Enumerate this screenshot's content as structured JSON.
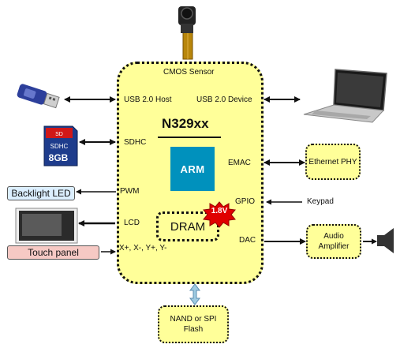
{
  "soc": {
    "name": "N329xx",
    "arm_label": "ARM",
    "dram_label": "DRAM",
    "voltage_badge": "1.8V",
    "cmos_sensor": "CMOS Sensor",
    "interfaces": {
      "usb_host": "USB 2.0 Host",
      "usb_device": "USB 2.0 Device",
      "sdhc": "SDHC",
      "emac": "EMAC",
      "pwm": "PWM",
      "gpio": "GPIO",
      "lcd": "LCD",
      "dac": "DAC",
      "touch": "X+, X-, Y+, Y-"
    }
  },
  "peripherals": {
    "ethernet_phy": "Ethernet PHY",
    "keypad": "Keypad",
    "audio_amplifier": "Audio Amplifier",
    "nand_flash": "NAND or SPI Flash",
    "backlight_led": "Backlight LED",
    "touch_panel": "Touch panel",
    "sd_card_label": "8GB"
  },
  "colors": {
    "chip_fill": "#ffff99",
    "arm_blue": "#0091bd",
    "burst_red": "#e00000",
    "backlight_box": "#dcefff",
    "touch_box": "#f6c9c4",
    "bus_arrow": "#9ecae1"
  },
  "icons": [
    "camera-icon",
    "usb-stick-icon",
    "laptop-icon",
    "sd-card-icon",
    "lcd-screen-icon",
    "speaker-icon"
  ]
}
